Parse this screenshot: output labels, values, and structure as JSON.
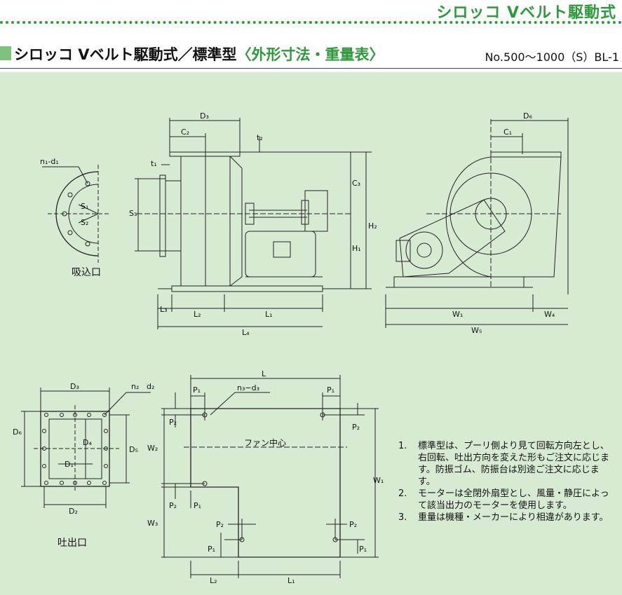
{
  "header": {
    "category": "シロッコ Vベルト駆動式",
    "title_main": "シロッコ Vベルト駆動式／標準型",
    "title_accent": "〈外形寸法・重量表〉",
    "model_range": "No.500～1000（S）BL-1"
  },
  "captions": {
    "inlet": "吸込口",
    "outlet": "吐出口",
    "fan_center": "ファン中心"
  },
  "labels": {
    "n1d1": "n₁-d₁",
    "s1": "S₁",
    "s2": "S₂",
    "s3": "S₃",
    "d3": "D₃",
    "c2": "C₂",
    "t1": "t₁",
    "t2": "t₂",
    "c3": "C₃",
    "h1": "H₁",
    "h2": "H₂",
    "l3": "L₃",
    "l2": "L₂",
    "l1": "L₁",
    "l4": "L₄",
    "d6": "D₆",
    "c1": "C₁",
    "w1": "W₁",
    "w4": "W₄",
    "w5": "W₅",
    "n2": "n₂",
    "d2": "d₂",
    "d4": "D₄",
    "d1": "D₁",
    "d5": "D₅",
    "d2b": "D₂",
    "l": "L",
    "p1": "P₁",
    "p2": "P₂",
    "n3d3": "n₃−d₃",
    "w2": "W₂",
    "w3": "W₃"
  },
  "notes": [
    {
      "num": "1.",
      "text": "標準型は、プーリ側より見て回転方向左とし、右回転、吐出方向を変えた形もご注文に応じます。防振ゴム、防振台は別途ご注文に応じます。"
    },
    {
      "num": "2.",
      "text": "モーターは全閉外扇型とし、風量・静圧によって該当出力のモーターを使用します。"
    },
    {
      "num": "3.",
      "text": "重量は機種・メーカーにより相違があります。"
    }
  ]
}
